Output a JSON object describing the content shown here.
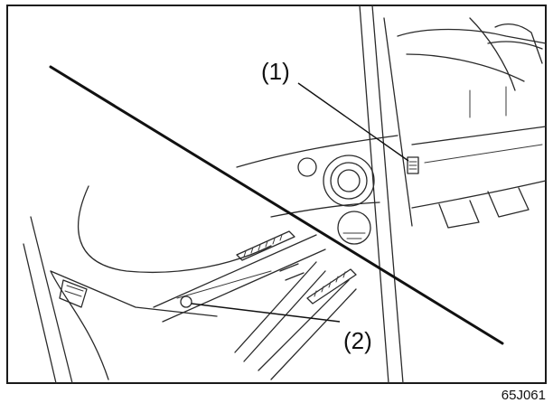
{
  "figure": {
    "callouts": [
      {
        "label": "(1)"
      },
      {
        "label": "(2)"
      }
    ],
    "figure_id": "65J061"
  }
}
